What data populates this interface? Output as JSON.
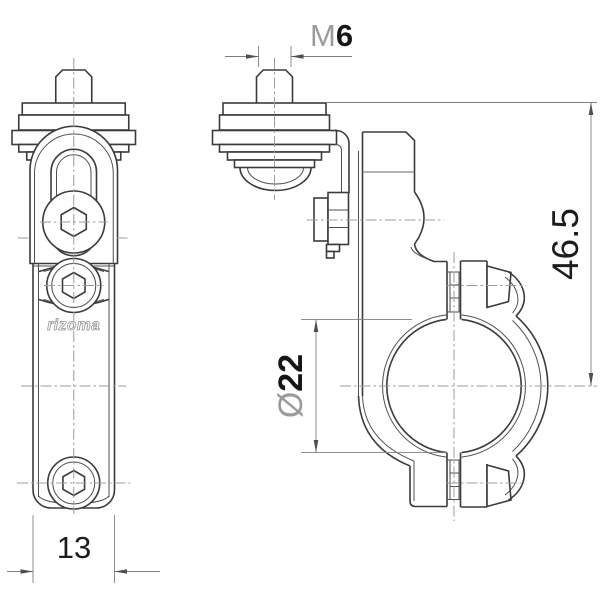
{
  "brand": {
    "logo": "rizoma"
  },
  "dimensions": {
    "thread": {
      "prefix": "M",
      "value": "6"
    },
    "overall_height": {
      "value": "46.5"
    },
    "clamp_diameter": {
      "prefix": "Ø",
      "value": "22"
    },
    "arm_width": {
      "value": "13"
    }
  },
  "colors": {
    "background": "#ffffff",
    "outline": "#3b3b3b",
    "thin_line": "#4f4f4f",
    "centerline": "#9c9c9c",
    "dimension_line": "#808080",
    "label": "#161616",
    "label_muted": "#9b9b9b"
  }
}
